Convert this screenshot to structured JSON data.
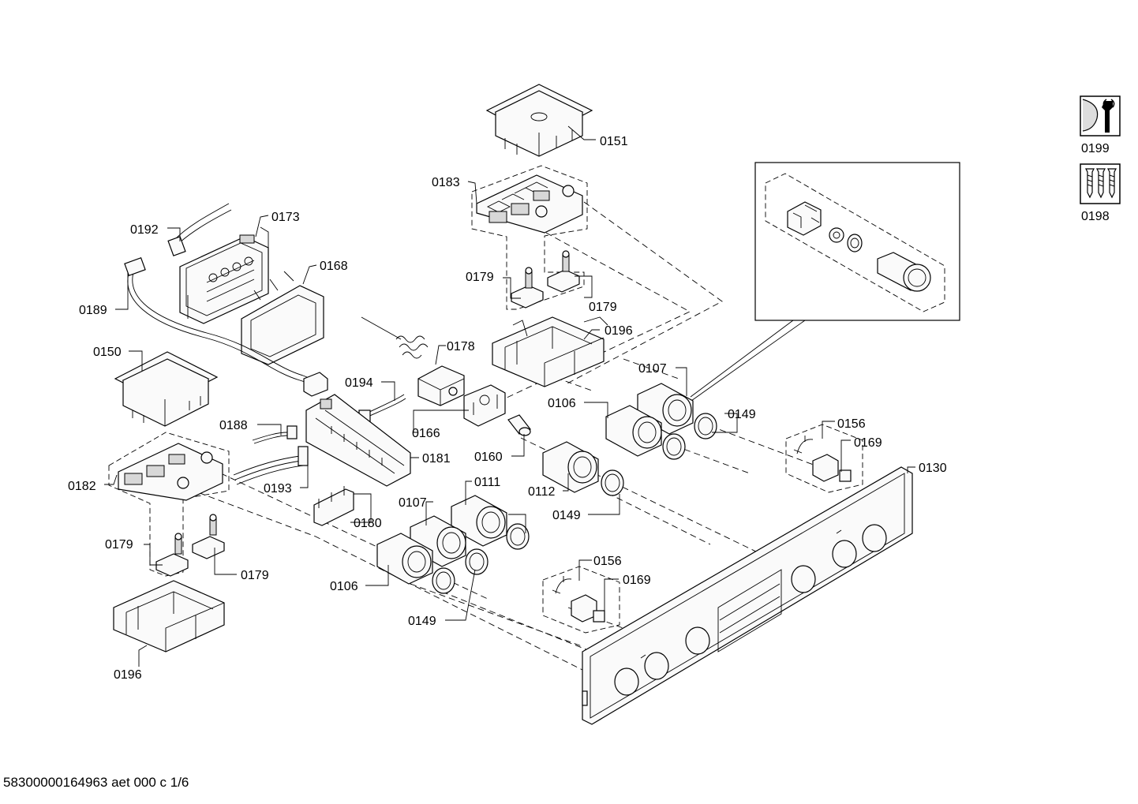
{
  "parts": {
    "p0151": "0151",
    "p0183": "0183",
    "p0179a": "0179",
    "p0179b": "0179",
    "p0196a": "0196",
    "p0192": "0192",
    "p0173": "0173",
    "p0168": "0168",
    "p0189": "0189",
    "p0150": "0150",
    "p0178": "0178",
    "p0194": "0194",
    "p0166": "0166",
    "p0160": "0160",
    "p0188": "0188",
    "p0193": "0193",
    "p0181": "0181",
    "p0182": "0182",
    "p0180": "0180",
    "p0179c": "0179",
    "p0179d": "0179",
    "p0196b": "0196",
    "p0107a": "0107",
    "p0106a": "0106",
    "p0149a": "0149",
    "p0156a": "0156",
    "p0169a": "0169",
    "p0130": "0130",
    "p0112": "0112",
    "p0149b": "0149",
    "p0111": "0111",
    "p0107b": "0107",
    "p0106b": "0106",
    "p0149c": "0149",
    "p0156b": "0156",
    "p0169b": "0169"
  },
  "sidebar": {
    "service_kit_label": "0199",
    "screw_kit_label": "0198"
  },
  "footer": {
    "doc_code": "58300000164963 aet 000 c 1/6"
  },
  "icons": [
    "wrench-icon",
    "screws-icon"
  ]
}
